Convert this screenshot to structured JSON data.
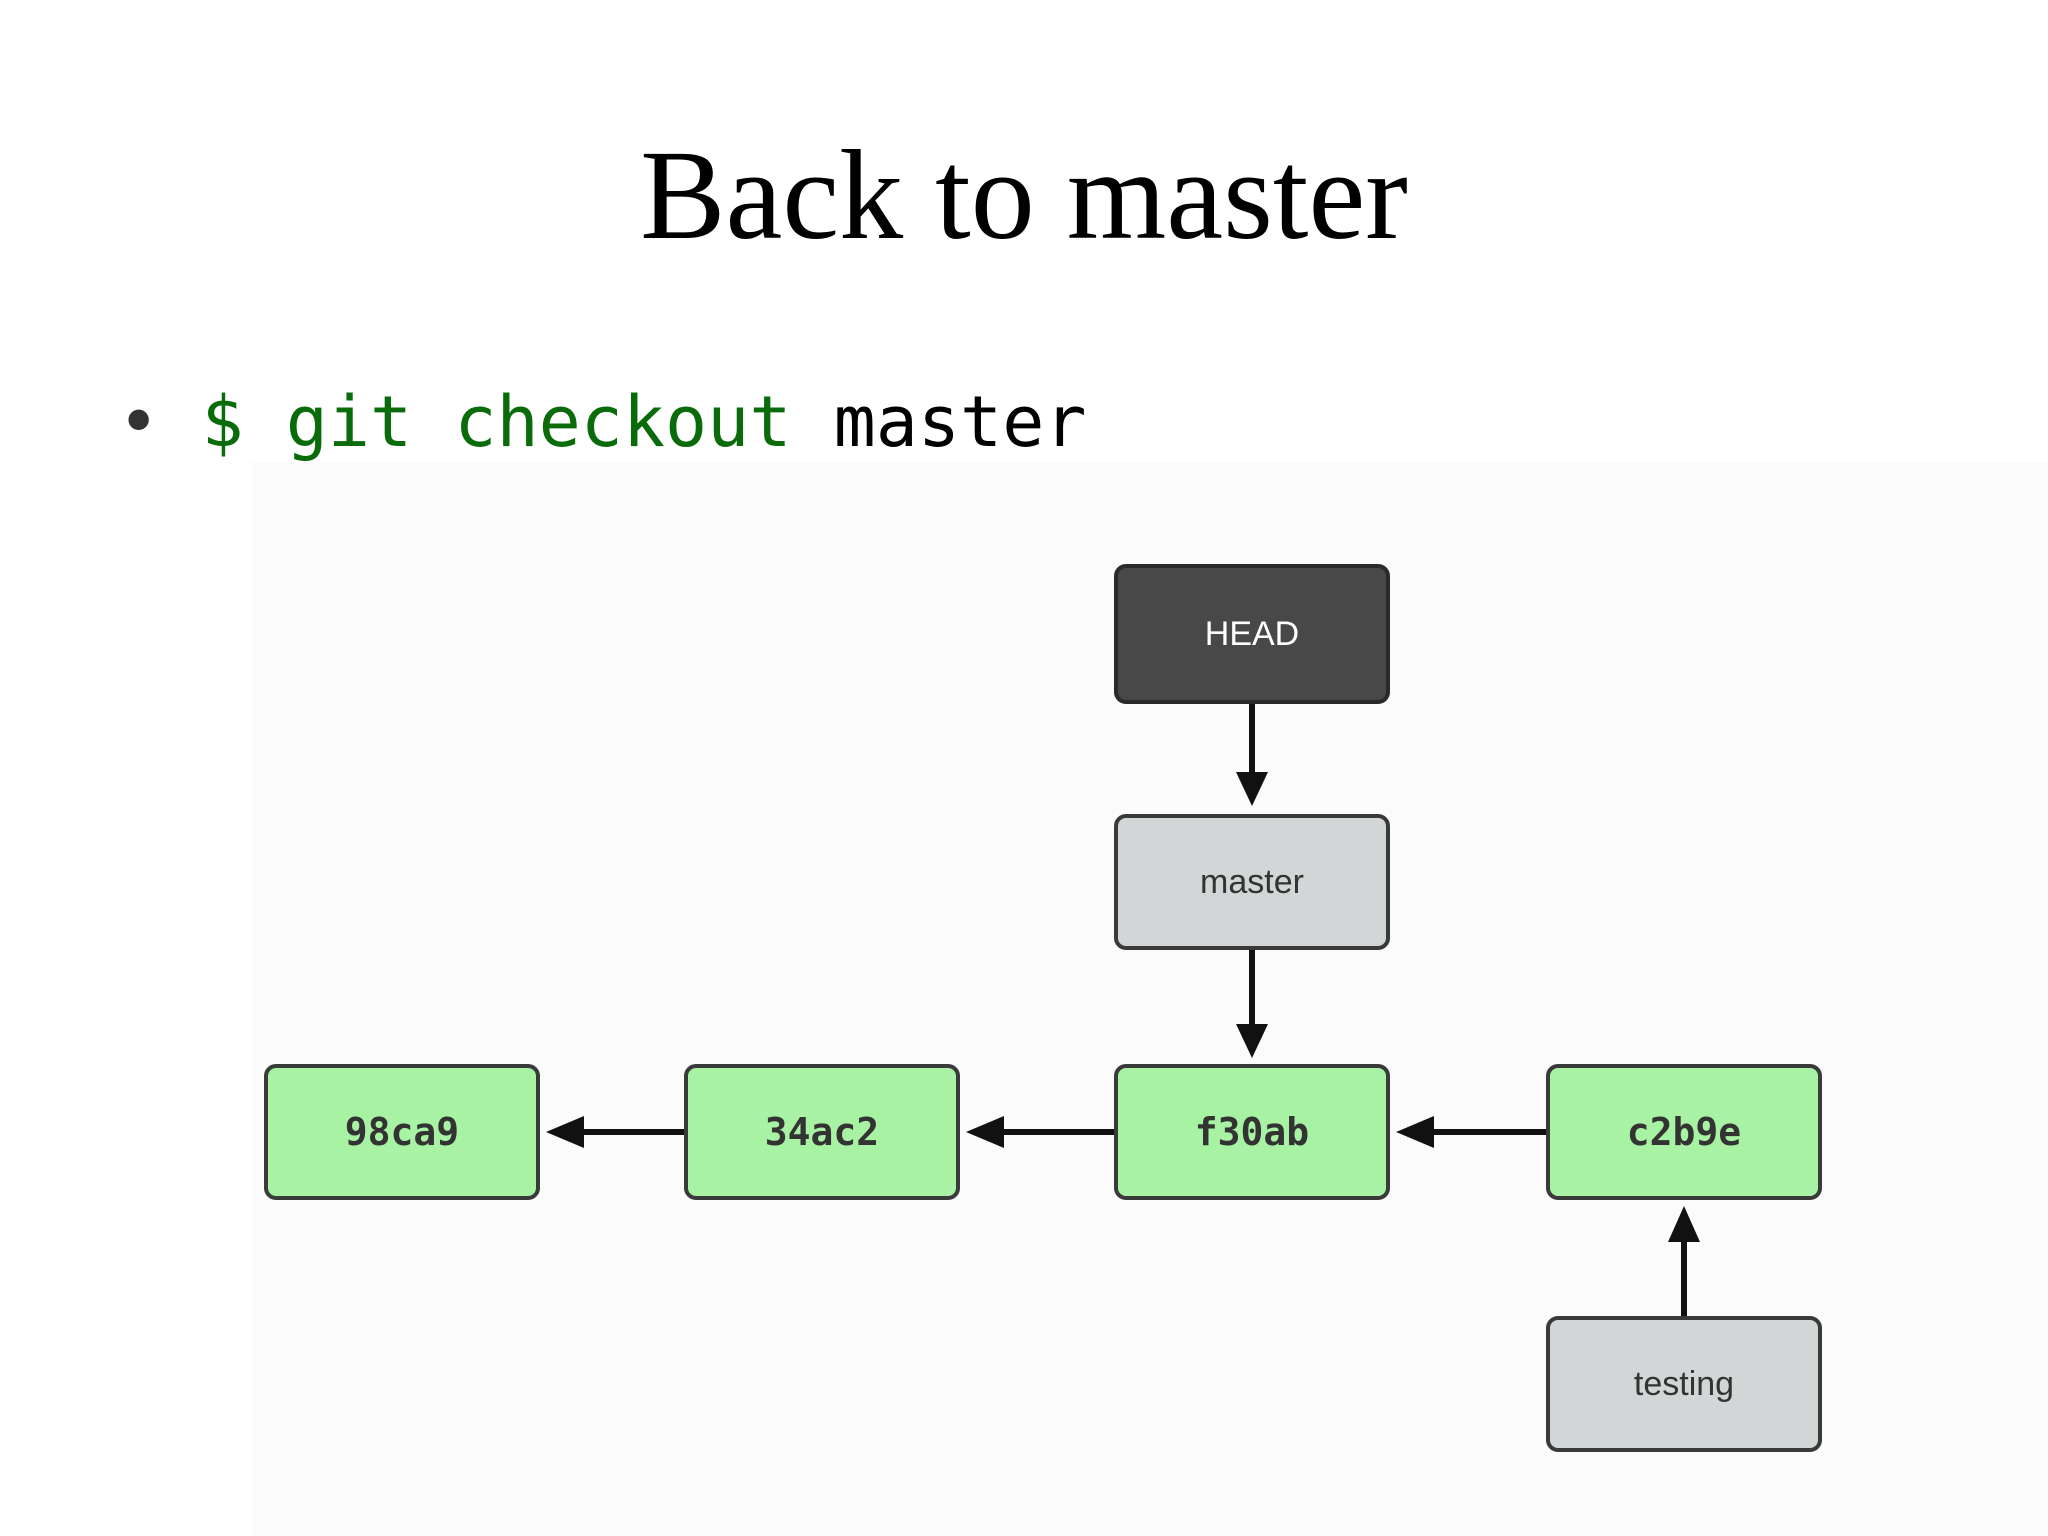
{
  "slide": {
    "title": "Back to master",
    "bullet": "•",
    "command": {
      "prompt": "$ git checkout",
      "argument": "master"
    }
  },
  "diagram": {
    "nodes": {
      "head": {
        "label": "HEAD",
        "kind": "pointer"
      },
      "master": {
        "label": "master",
        "kind": "branch"
      },
      "testing": {
        "label": "testing",
        "kind": "branch"
      },
      "c1": {
        "label": "98ca9",
        "kind": "commit"
      },
      "c2": {
        "label": "34ac2",
        "kind": "commit"
      },
      "c3": {
        "label": "f30ab",
        "kind": "commit"
      },
      "c4": {
        "label": "c2b9e",
        "kind": "commit"
      }
    },
    "edges": [
      {
        "from": "head",
        "to": "master"
      },
      {
        "from": "master",
        "to": "c3"
      },
      {
        "from": "c2",
        "to": "c1"
      },
      {
        "from": "c3",
        "to": "c2"
      },
      {
        "from": "c4",
        "to": "c3"
      },
      {
        "from": "testing",
        "to": "c4"
      }
    ],
    "colors": {
      "commit": "#a8f2a3",
      "branch": "#d3d6d7",
      "head": "#484848",
      "command_green": "#0a6b0a"
    }
  }
}
